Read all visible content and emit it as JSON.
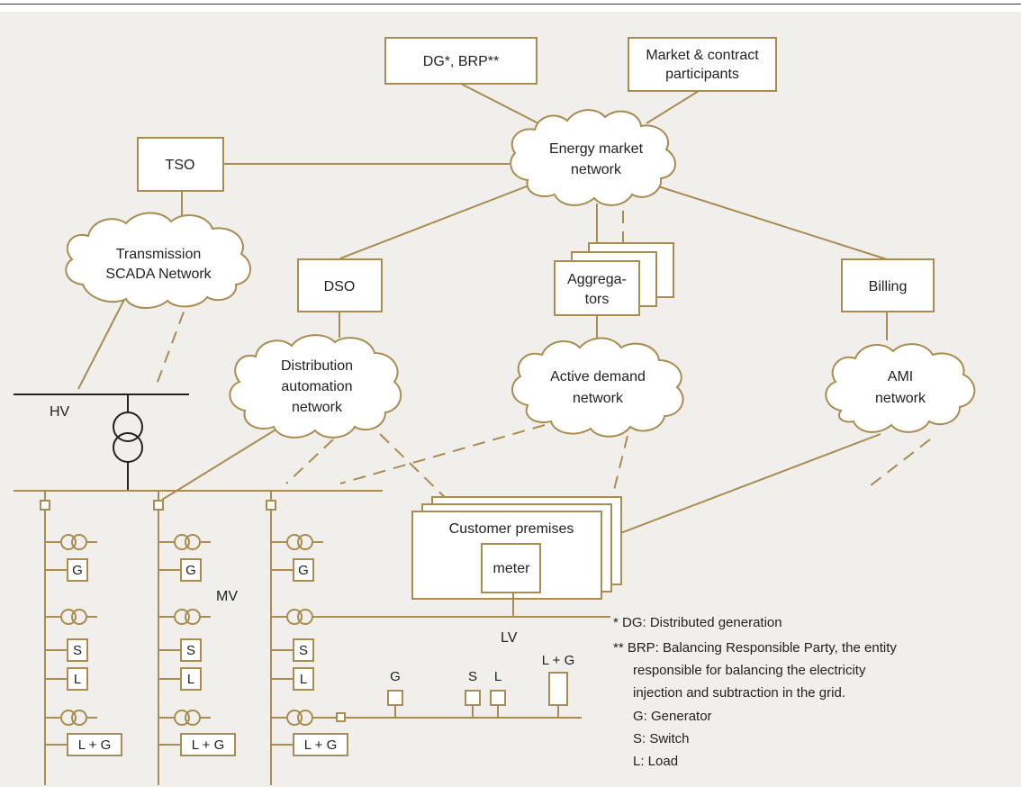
{
  "nodes": {
    "dg_brp": "DG*, BRP**",
    "market_line1": "Market & contract",
    "market_line2": "participants",
    "tso": "TSO",
    "energy_market_line1": "Energy market",
    "energy_market_line2": "network",
    "transmission_line1": "Transmission",
    "transmission_line2": "SCADA Network",
    "dso": "DSO",
    "aggregators_line1": "Aggrega-",
    "aggregators_line2": "tors",
    "billing": "Billing",
    "distribution_line1": "Distribution",
    "distribution_line2": "automation",
    "distribution_line3": "network",
    "active_demand_line1": "Active demand",
    "active_demand_line2": "network",
    "ami_line1": "AMI",
    "ami_line2": "network",
    "customer_premises": "Customer premises",
    "meter": "meter"
  },
  "grid_labels": {
    "hv": "HV",
    "mv": "MV",
    "lv": "LV",
    "g": "G",
    "s": "S",
    "l": "L",
    "lg": "L + G"
  },
  "legend": {
    "dg": "* DG: Distributed generation",
    "brp_line1": "** BRP: Balancing Responsible Party, the entity",
    "brp_line2": "responsible for balancing the electricity",
    "brp_line3": "injection and subtraction in the grid.",
    "g": "G: Generator",
    "s": "S: Switch",
    "l": "L: Load"
  }
}
